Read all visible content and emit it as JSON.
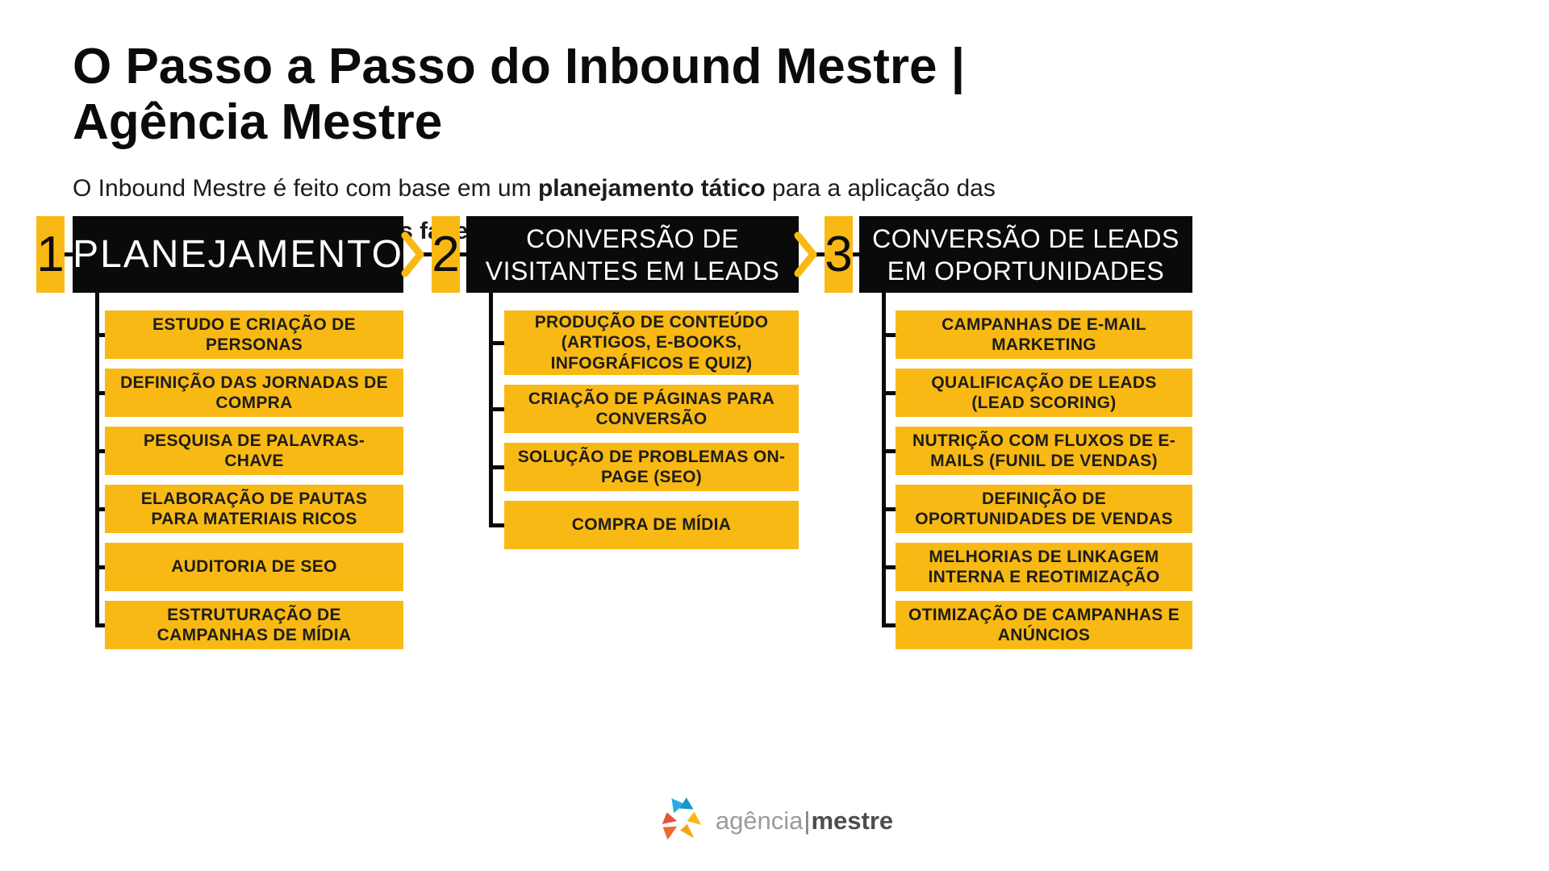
{
  "header": {
    "title_line1": "O Passo a Passo do Inbound Mestre |",
    "title_line2": "Agência Mestre",
    "intro_part1": "O Inbound Mestre é feito com base em um ",
    "intro_bold1": "planejamento tático",
    "intro_part2": " para a aplicação das estratégias. ",
    "intro_bold2": "É dividido em três fases:"
  },
  "phases": [
    {
      "number": "1",
      "title": "PLANEJAMENTO",
      "items": [
        "ESTUDO E CRIAÇÃO DE PERSONAS",
        "DEFINIÇÃO DAS JORNADAS DE COMPRA",
        "PESQUISA DE PALAVRAS-CHAVE",
        "ELABORAÇÃO DE PAUTAS PARA MATERIAIS RICOS",
        "AUDITORIA DE SEO",
        "ESTRUTURAÇÃO DE CAMPANHAS DE MÍDIA"
      ]
    },
    {
      "number": "2",
      "title": "CONVERSÃO DE VISITANTES EM LEADS",
      "items": [
        "PRODUÇÃO DE CONTEÚDO (ARTIGOS, E-BOOKS, INFOGRÁFICOS E QUIZ)",
        "CRIAÇÃO DE PÁGINAS PARA CONVERSÃO",
        "SOLUÇÃO DE PROBLEMAS ON-PAGE (SEO)",
        "COMPRA DE MÍDIA"
      ]
    },
    {
      "number": "3",
      "title": "CONVERSÃO DE LEADS EM OPORTUNIDADES",
      "items": [
        "CAMPANHAS DE E-MAIL MARKETING",
        "QUALIFICAÇÃO DE LEADS (LEAD SCORING)",
        "NUTRIÇÃO COM FLUXOS DE E-MAILS (FUNIL DE VENDAS)",
        "DEFINIÇÃO DE OPORTUNIDADES DE VENDAS",
        "MELHORIAS DE LINKAGEM INTERNA E REOTIMIZAÇÃO",
        "OTIMIZAÇÃO DE CAMPANHAS E ANÚNCIOS"
      ]
    }
  ],
  "footer": {
    "logo_text_light": "agência",
    "logo_separator": "|",
    "logo_text_bold": "mestre"
  },
  "colors": {
    "accent_yellow": "#F9B914",
    "box_black": "#0a0a0a",
    "logo_blue": "#29ABE2",
    "logo_red": "#E8503A",
    "logo_orange": "#F0672F",
    "logo_yellow": "#F9B914"
  }
}
